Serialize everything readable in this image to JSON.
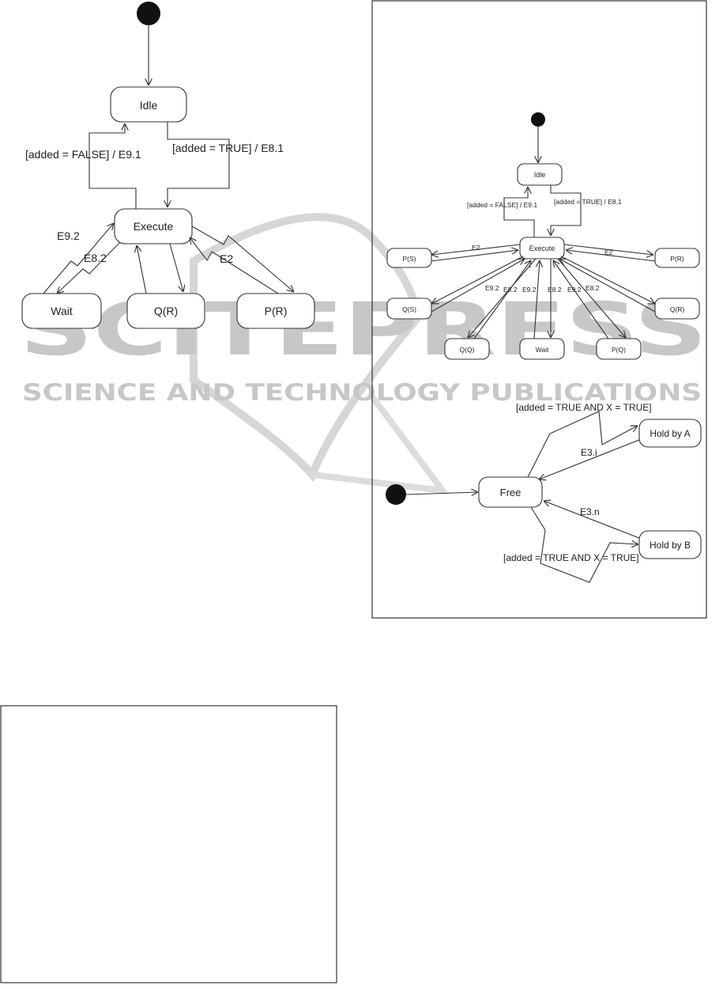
{
  "diagram_a": {
    "states": {
      "idle": "Idle",
      "execute": "Execute",
      "wait": "Wait",
      "q_r": "Q(R)",
      "p_r": "P(R)"
    },
    "guards": {
      "false_guard": "[added = FALSE] / E9.1",
      "true_guard": "[added = TRUE] / E8.1"
    },
    "events": {
      "e92": "E9.2",
      "e82": "E8.2",
      "e2": "E2"
    }
  },
  "diagram_b": {
    "states": {
      "idle": "Idle",
      "execute": "Execute",
      "p_s": "P(S)",
      "p_r": "P(R)",
      "q_s": "Q(S)",
      "q_r": "Q(R)",
      "q_q": "Q(Q)",
      "wait": "Wait",
      "p_q": "P(Q)"
    },
    "guards": {
      "false_guard": "[added = FALSE] / E9.1",
      "true_guard": "[added = TRUE] / E8.1"
    },
    "events": {
      "e2_left": "E2",
      "e2_right": "E2",
      "e92_a": "E9.2",
      "e82_a": "E8.2",
      "e92_b": "E9.2",
      "e82_b": "E8.2",
      "e92_c": "E9.2",
      "e82_c": "E8.2"
    }
  },
  "diagram_c": {
    "states": {
      "free": "Free",
      "hold_a": "Hold by A",
      "hold_b": "Hold by B"
    },
    "guards": {
      "guard_a": "[added = TRUE AND X = TRUE]",
      "guard_b": "[added = TRUE AND X = TRUE]"
    },
    "events": {
      "e3i": "E3.i",
      "e3n": "E3.n"
    }
  },
  "watermark": {
    "brand": "SCITEPRESS",
    "tagline": "SCIENCE AND TECHNOLOGY PUBLICATIONS",
    "color": "#9a9a9a"
  }
}
